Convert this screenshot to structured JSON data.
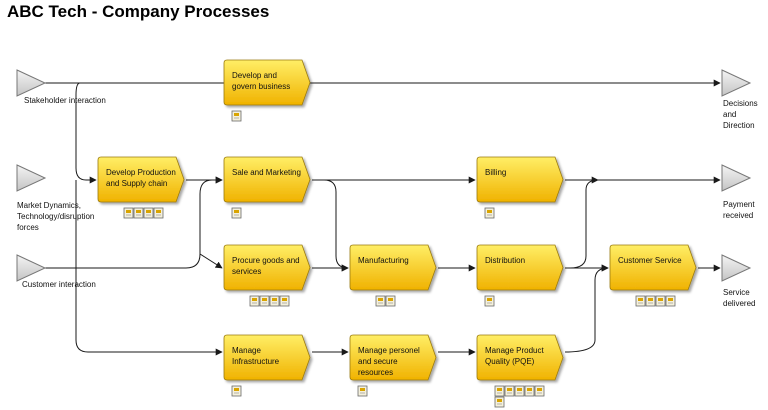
{
  "title": "ABC Tech - Company Processes",
  "colors": {
    "process_light": "#ffee66",
    "process_dark": "#f0b200",
    "process_stroke": "#9a7a10",
    "arrow": "#1a1a1a",
    "interface_fill": "#dcdcdc",
    "interface_stroke": "#777777"
  },
  "interfaces_in": [
    {
      "id": "in1",
      "label": "Stakeholder interaction",
      "icon": "triangle-interface-icon"
    },
    {
      "id": "in2",
      "label": "Market Dynamics, Technology/disruption forces",
      "icon": "triangle-interface-icon"
    },
    {
      "id": "in3",
      "label": "Customer interaction",
      "icon": "triangle-interface-icon"
    }
  ],
  "interfaces_out": [
    {
      "id": "out1",
      "label": "Decisions and Direction",
      "icon": "triangle-interface-icon"
    },
    {
      "id": "out2",
      "label": "Payment received",
      "icon": "triangle-interface-icon"
    },
    {
      "id": "out3",
      "label": "Service delivered",
      "icon": "triangle-interface-icon"
    }
  ],
  "processes": [
    {
      "id": "p1",
      "label": "Develop and govern business",
      "doc_icons": 1
    },
    {
      "id": "p2",
      "label": "Develop Production and Supply chain",
      "doc_icons": 4
    },
    {
      "id": "p3",
      "label": "Sale and Marketing",
      "doc_icons": 1
    },
    {
      "id": "p4",
      "label": "Procure goods and services",
      "doc_icons": 4
    },
    {
      "id": "p5",
      "label": "Manufacturing",
      "doc_icons": 2
    },
    {
      "id": "p6",
      "label": "Billing",
      "doc_icons": 1
    },
    {
      "id": "p7",
      "label": "Distribution",
      "doc_icons": 1
    },
    {
      "id": "p8",
      "label": "Customer Service",
      "doc_icons": 4
    },
    {
      "id": "p9",
      "label": "Manage Infrastructure",
      "doc_icons": 1
    },
    {
      "id": "p10",
      "label": "Manage personel and secure resources",
      "doc_icons": 1
    },
    {
      "id": "p11",
      "label": "Manage Product Quality (PQE)",
      "doc_icons": 6
    }
  ]
}
